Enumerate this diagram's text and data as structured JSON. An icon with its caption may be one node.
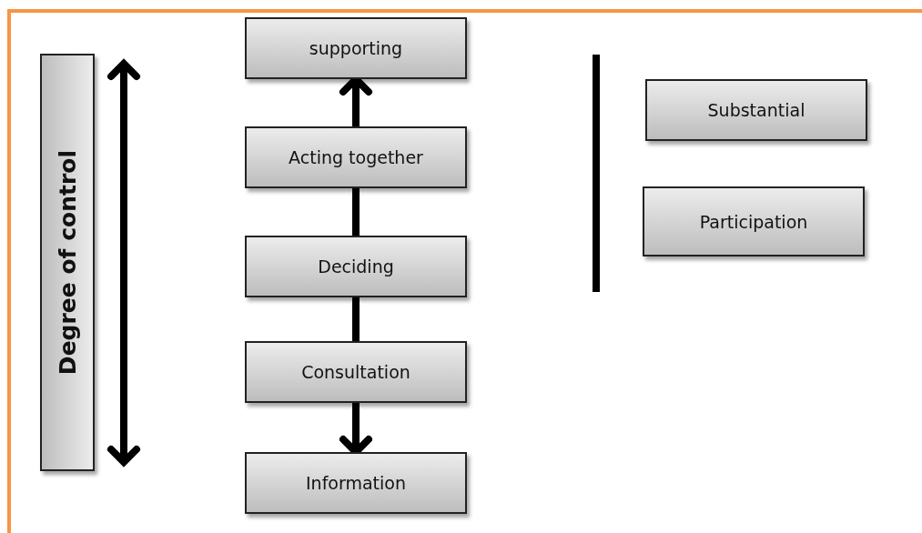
{
  "diagram": {
    "nodes": [
      {
        "text": [
          "Degree of control"
        ]
      },
      {
        "text": [
          "supporting"
        ]
      },
      {
        "text": [
          "Acting together"
        ]
      },
      {
        "text": [
          "Deciding"
        ]
      },
      {
        "text": [
          "Consultation"
        ]
      },
      {
        "text": [
          "Information"
        ]
      },
      {
        "text": [
          "Substantial"
        ]
      },
      {
        "text": [
          "Participation"
        ]
      }
    ],
    "edges": [
      {
        "from": 2,
        "to": 1,
        "arrow": "to"
      },
      {
        "from": 2,
        "to": 3,
        "arrow": "none"
      },
      {
        "from": 3,
        "to": 4,
        "arrow": "none"
      },
      {
        "from": 4,
        "to": 5,
        "arrow": "to"
      }
    ]
  }
}
